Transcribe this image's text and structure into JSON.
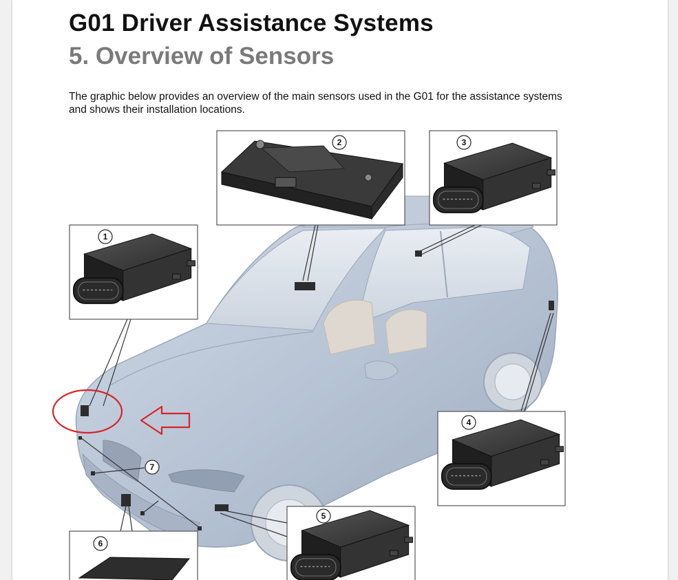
{
  "document": {
    "title": "G01 Driver Assistance Systems",
    "section": "5. Overview of Sensors",
    "intro": "The graphic below provides an overview of the main sensors used in the G01 for the assistance systems and shows their installation locations."
  },
  "figure": {
    "callouts": [
      "1",
      "2",
      "3",
      "4",
      "5",
      "6",
      "7"
    ],
    "colors": {
      "car_body": "#a9b8cc",
      "sensor_box": "#2d2d2d",
      "highlight_circle": "#d8232a",
      "highlight_arrow": "#d8232a"
    },
    "annotations": {
      "circle": "highlight-circle",
      "arrow": "left-arrow-icon"
    }
  }
}
